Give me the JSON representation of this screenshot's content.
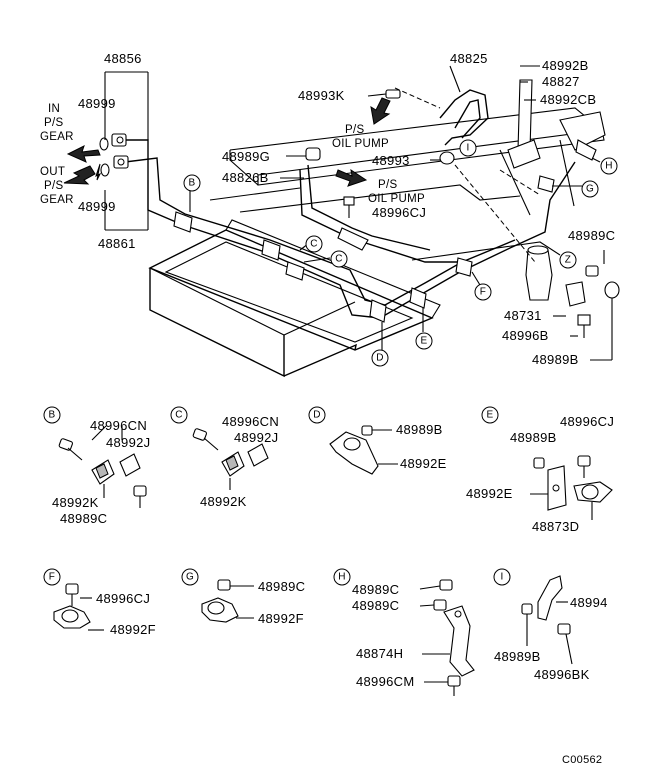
{
  "main_callouts": {
    "c48856": "48856",
    "c48999_top": "48999",
    "c48999_bottom": "48999",
    "c48861": "48861",
    "c48825": "48825",
    "c48992B": "48992B",
    "c48827": "48827",
    "c48992CB": "48992CB",
    "c48993K": "48993K",
    "c48989G": "48989G",
    "c48826B": "48826B",
    "c48993": "48993",
    "c48996CJ": "48996CJ",
    "c48989C": "48989C",
    "c48731": "48731",
    "c48996B": "48996B",
    "c48989B": "48989B"
  },
  "side_labels": {
    "in_line1": "IN",
    "in_line2": "P/S",
    "in_line3": "GEAR",
    "out_line1": "OUT",
    "out_line2": "P/S",
    "out_line3": "GEAR",
    "ps_pump1_a": "P/S",
    "ps_pump1_b": "OIL PUMP",
    "ps_pump2_a": "P/S",
    "ps_pump2_b": "OIL PUMP"
  },
  "main_letters": {
    "B": "B",
    "C1": "C",
    "C2": "C",
    "D": "D",
    "E": "E",
    "F": "F",
    "G": "G",
    "H": "H",
    "I": "I",
    "Z": "Z"
  },
  "details": {
    "B": {
      "letter": "B",
      "p1": "48996CN",
      "p2": "48992J",
      "p3": "48992K",
      "p4": "48989C"
    },
    "C": {
      "letter": "C",
      "p1": "48996CN",
      "p2": "48992J",
      "p3": "48992K"
    },
    "D": {
      "letter": "D",
      "p1": "48989B",
      "p2": "48992E"
    },
    "E": {
      "letter": "E",
      "p1": "48996CJ",
      "p2": "48989B",
      "p3": "48992E",
      "p4": "48873D"
    },
    "F": {
      "letter": "F",
      "p1": "48996CJ",
      "p2": "48992F"
    },
    "G": {
      "letter": "G",
      "p1": "48989C",
      "p2": "48992F"
    },
    "H": {
      "letter": "H",
      "p1": "48989C",
      "p2": "48989C",
      "p3": "48874H",
      "p4": "48996CM"
    },
    "I": {
      "letter": "I",
      "p1": "48994",
      "p2": "48989B",
      "p3": "48996BK"
    }
  },
  "figure_code": "C00562",
  "colors": {
    "ink": "#000000",
    "paper": "#ffffff",
    "shade": "#b8b8b8"
  }
}
